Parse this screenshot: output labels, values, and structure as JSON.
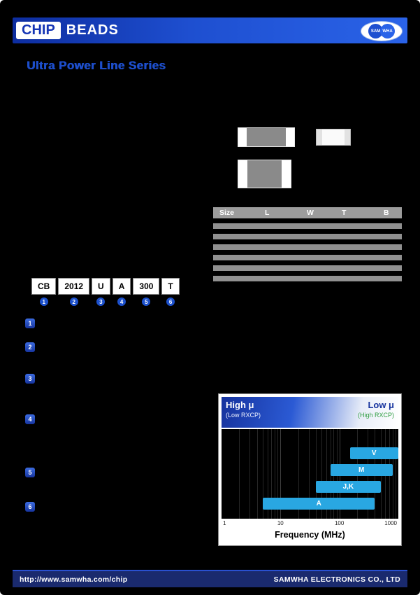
{
  "header": {
    "chip_label": "CHIP",
    "beads_label": "BEADS",
    "logo_left": "SAM",
    "logo_right": "WHA"
  },
  "section_title": "Ultra Power Line Series",
  "dimensions_table": {
    "headers": [
      "Size",
      "L",
      "W",
      "T",
      "B"
    ],
    "redacted_row_count": 6
  },
  "part_number": {
    "segments": [
      {
        "label": "CB",
        "index": "1"
      },
      {
        "label": "2012",
        "index": "2"
      },
      {
        "label": "U",
        "index": "3"
      },
      {
        "label": "A",
        "index": "4"
      },
      {
        "label": "300",
        "index": "5"
      },
      {
        "label": "T",
        "index": "6"
      }
    ]
  },
  "numbered_sections": [
    "1",
    "2",
    "3",
    "4",
    "5",
    "6"
  ],
  "chart_data": {
    "type": "bar",
    "orientation": "horizontal-range",
    "x_scale": "log",
    "x_range_mhz": [
      1,
      1000
    ],
    "xlabel": "Frequency (MHz)",
    "x_ticks": [
      "1",
      "10",
      "100",
      "1000"
    ],
    "series": [
      {
        "name": "V",
        "range_mhz": [
          150,
          1000
        ]
      },
      {
        "name": "M",
        "range_mhz": [
          70,
          800
        ]
      },
      {
        "name": "J,K",
        "range_mhz": [
          40,
          500
        ]
      },
      {
        "name": "A",
        "range_mhz": [
          5,
          400
        ]
      }
    ],
    "legend_left": {
      "title": "High μ",
      "subtitle": "(Low RXCP)"
    },
    "legend_right": {
      "title": "Low μ",
      "subtitle": "(High RXCP)"
    },
    "bar_color": "#29a7e2",
    "grid": true,
    "legend_position": "top"
  },
  "footer": {
    "url": "http://www.samwha.com/chip",
    "company": "SAMWHA ELECTRONICS CO., LTD"
  },
  "colors": {
    "header_blue": "#1e4fd0",
    "accent_blue": "#1c50cc",
    "footer_navy": "#1a2a6e",
    "bar_blue": "#29a7e2",
    "rxcp_green": "#2f9e41"
  }
}
